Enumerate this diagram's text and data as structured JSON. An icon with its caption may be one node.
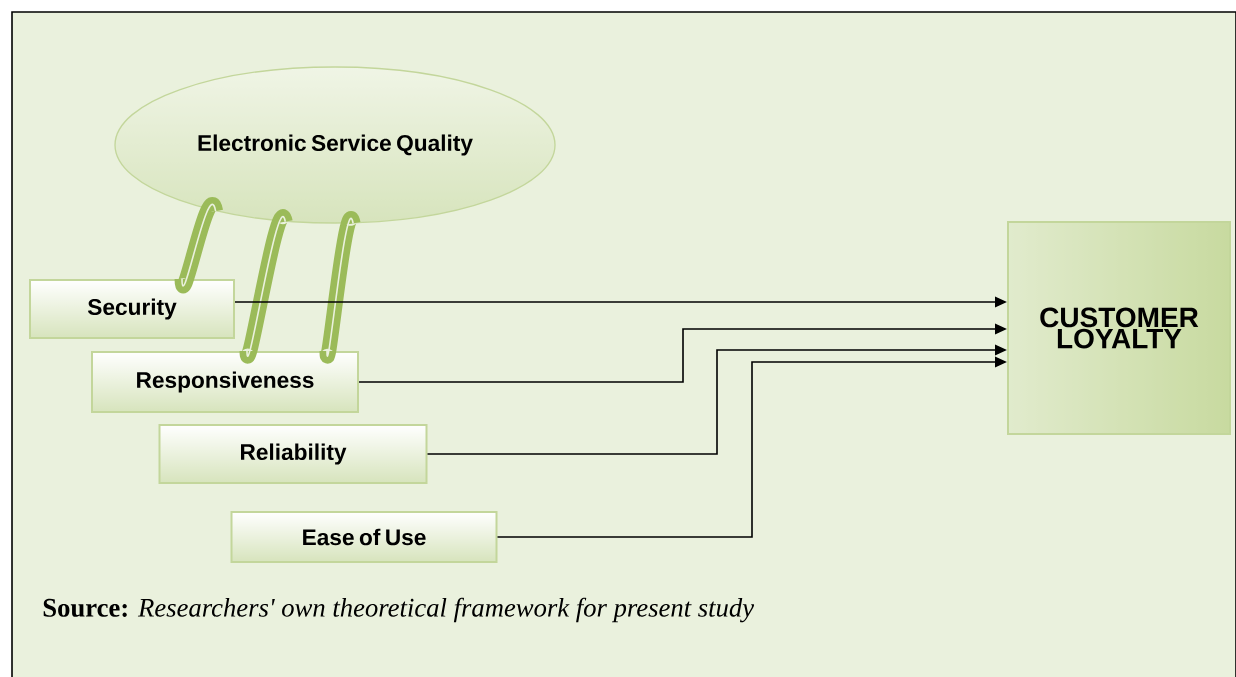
{
  "diagram": {
    "caption": "**Source:** *Researchers' own theoretical framework for present study*",
    "nodes": [
      {
        "text": [
          "Electronic Service Quality"
        ]
      },
      {
        "text": [
          "Security"
        ]
      },
      {
        "text": [
          "Responsiveness"
        ]
      },
      {
        "text": [
          "Reliability"
        ]
      },
      {
        "text": [
          "Ease of Use"
        ]
      },
      {
        "text": [
          "CUSTOMER LOYALTY"
        ]
      }
    ],
    "edges": [
      {
        "from": 0,
        "to": 1,
        "arrow": "none",
        "style": "thick",
        "color": "#9bbb59"
      },
      {
        "from": 0,
        "to": 2,
        "arrow": "none",
        "style": "thick",
        "color": "#9bbb59"
      },
      {
        "from": 0,
        "to": 2,
        "arrow": "none",
        "style": "thick",
        "color": "#9bbb59"
      },
      {
        "from": 1,
        "to": 5,
        "arrow": "to"
      },
      {
        "from": 2,
        "to": 5,
        "arrow": "to"
      },
      {
        "from": 3,
        "to": 5,
        "arrow": "to"
      },
      {
        "from": 4,
        "to": 5,
        "arrow": "to"
      }
    ]
  }
}
